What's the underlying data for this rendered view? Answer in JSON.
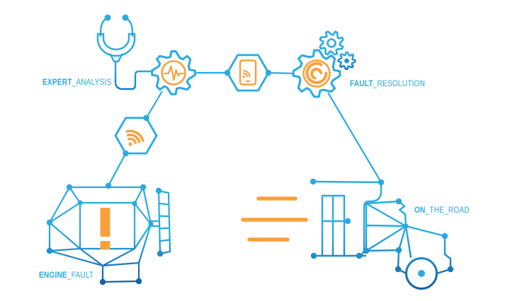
{
  "colors": {
    "background": "#FFFFFF",
    "primary_blue": "#29ABE2",
    "dark_blue": "#1B75BC",
    "deep_blue": "#145E9F",
    "orange": "#F9A03C"
  },
  "labels": {
    "expert_analysis": {
      "bold": "EXPERT",
      "rest": "_ANALYSIS"
    },
    "fault_resolution": {
      "bold": "FAULT",
      "rest": "_RESOLUTION"
    },
    "engine_fault": {
      "bold": "ENGINE",
      "rest": "_FAULT"
    },
    "on_the_road": {
      "bold": "ON",
      "rest": "_THE_ROAD"
    }
  },
  "icons": [
    "stethoscope-icon",
    "diagnostics-gear-icon",
    "pulse-icon",
    "wifi-hexagon-icon",
    "tablet-hexagon-icon",
    "repair-gears-icon",
    "wrench-icon",
    "engine-icon",
    "exclamation-icon",
    "ladder-icon",
    "speed-lines-icon",
    "truck-icon",
    "wheel-icon"
  ]
}
